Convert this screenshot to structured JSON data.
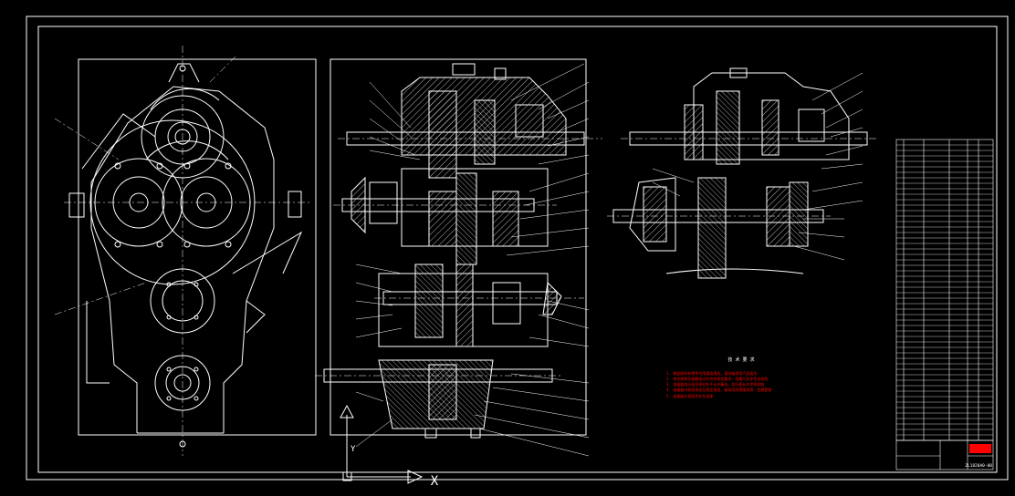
{
  "colors": {
    "background": "#000000",
    "line": "#ffffff",
    "note": "#ff0000",
    "hatch": "#ffffff"
  },
  "drawing": {
    "notes_title": "技 术 要 求",
    "notes": [
      "1. 装配前所有零件均用煤油清洗，滚动轴承用汽油清洗",
      "2. 啮合侧隙及接触斑点应符合规定要求，用塞尺及涂色法检验",
      "3. 减速器剖分面及密封处不允许漏油，剖分面允许涂密封胶",
      "4. 减速器内装润滑油至规定高度，轴承用润滑脂润滑，定期更换",
      "5. 减速器外表面涂灰色油漆"
    ],
    "title_block_code": "ZL1820A0-00"
  },
  "axes_marker": {
    "y_label": "Y",
    "x_label": "X"
  }
}
